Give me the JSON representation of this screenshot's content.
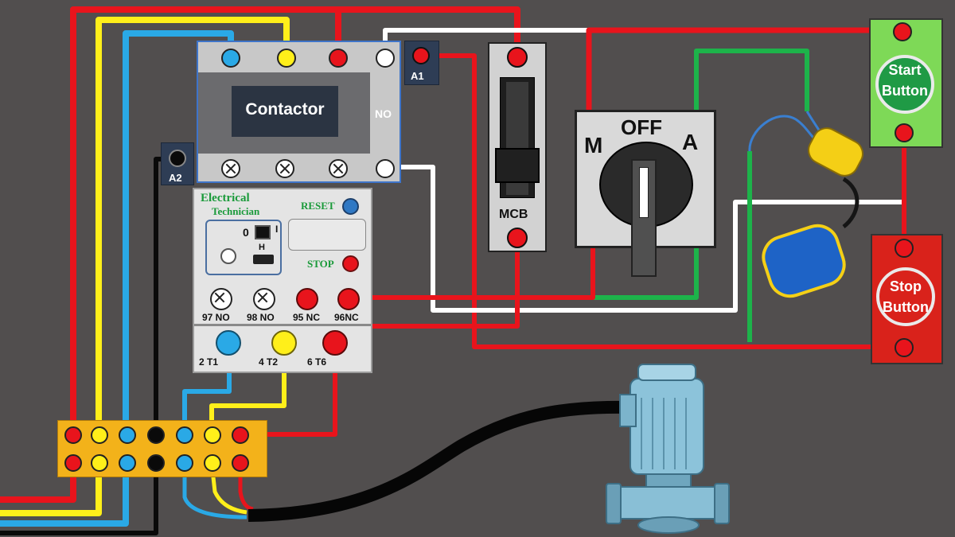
{
  "contactor": {
    "label": "Contactor",
    "no_label": "NO",
    "a1_label": "A1",
    "a2_label": "A2"
  },
  "overload_relay": {
    "brand_line1": "Electrical",
    "brand_line2": "Technician",
    "reset_label": "RESET",
    "stop_label": "STOP",
    "dial_zero": "0",
    "dial_h": "H",
    "dial_i": "I",
    "contacts": [
      "97 NO",
      "98 NO",
      "95 NC",
      "96NC"
    ],
    "outputs": [
      "2 T1",
      "4 T2",
      "6 T6"
    ]
  },
  "mcb": {
    "label": "MCB"
  },
  "selector_switch": {
    "left": "M",
    "center": "OFF",
    "right": "A"
  },
  "start_button": {
    "line1": "Start",
    "line2": "Button"
  },
  "stop_button": {
    "line1": "Stop",
    "line2": "Button"
  },
  "colors": {
    "phase_red": "#e8141c",
    "phase_yellow": "#ffef1a",
    "phase_blue": "#2aa9e6",
    "neutral": "#0a0a0a",
    "control_white": "#ffffff",
    "control_green": "#1db34a",
    "background": "#514e4e",
    "terminal_strip": "#f3b21a",
    "start_button": "#7ed957",
    "stop_button": "#d9221b"
  }
}
